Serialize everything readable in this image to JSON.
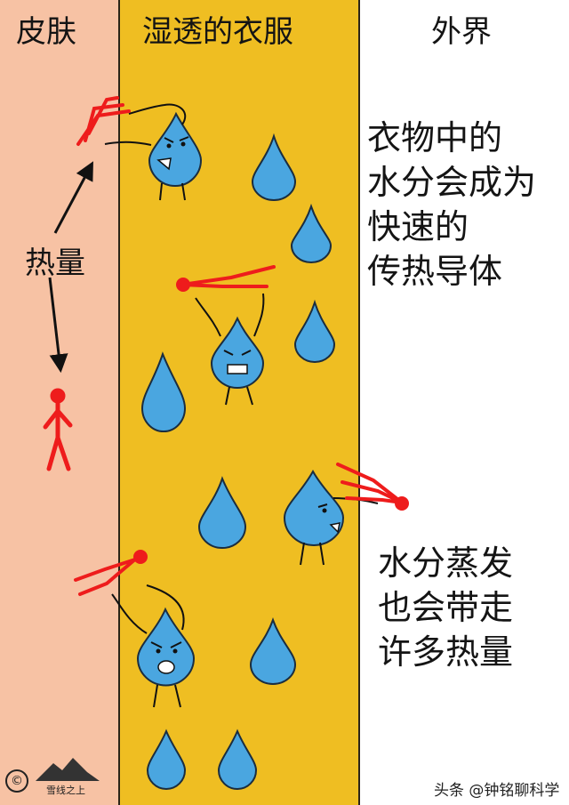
{
  "headers": {
    "skin": "皮肤",
    "wet_clothes": "湿透的衣服",
    "outside": "外界"
  },
  "labels": {
    "heat": "热量"
  },
  "text_blocks": {
    "conductor": "衣物中的\n水分会成为\n快速的\n传热导体",
    "evaporation": "水分蒸发\n也会带走\n许多热量"
  },
  "watermark": {
    "copyright_symbol": "©",
    "logo_text": "雪线之上",
    "credit": "头条 @钟铭聊科学"
  },
  "colors": {
    "skin": "#f7c2a4",
    "cloth": "#efbe22",
    "drop": "#4aa6e0",
    "heat_arrow": "#ee1c1c"
  }
}
